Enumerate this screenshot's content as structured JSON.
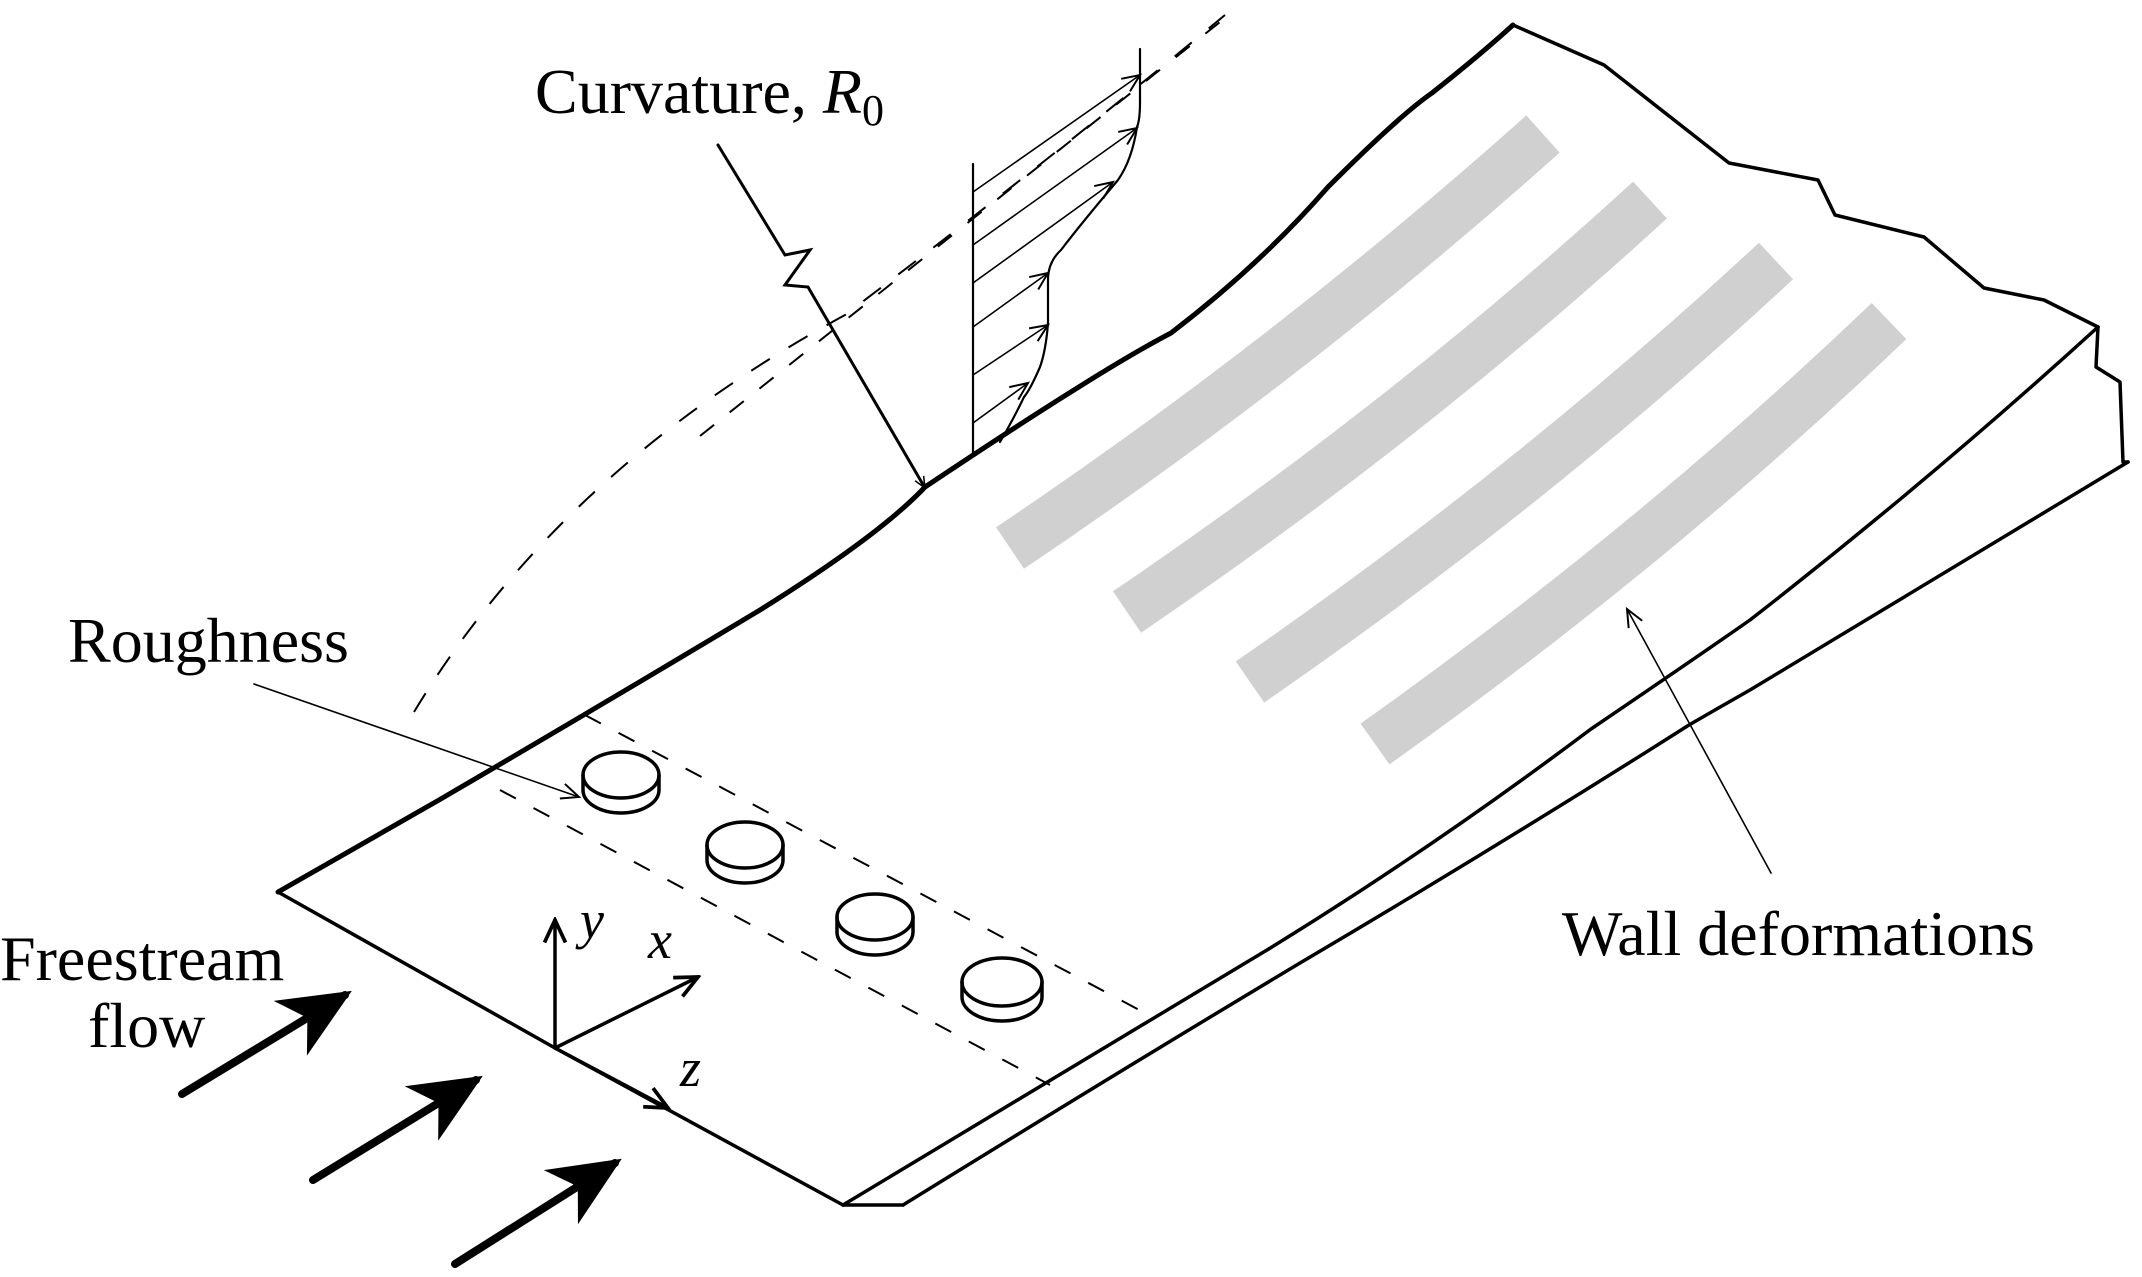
{
  "figure": {
    "type": "schematic",
    "subject": "Curved wall with roughness elements and wall deformations in a freestream flow"
  },
  "labels": {
    "curvature": {
      "text": "Curvature, ",
      "symbol": "R",
      "subscript": "0"
    },
    "roughness": "Roughness",
    "wall_deformations": "Wall deformations",
    "freestream_line1": "Freestream",
    "freestream_line2": "flow"
  },
  "axes": {
    "x": "x",
    "y": "y",
    "z": "z"
  },
  "elements": {
    "roughness_element_count": 4,
    "wall_deformation_stripe_count": 4,
    "freestream_arrow_count": 3,
    "velocity_profile_arrow_count": 6
  },
  "colors": {
    "ink": "#000000",
    "stripe": "#d0d0d0",
    "background": "#ffffff"
  }
}
